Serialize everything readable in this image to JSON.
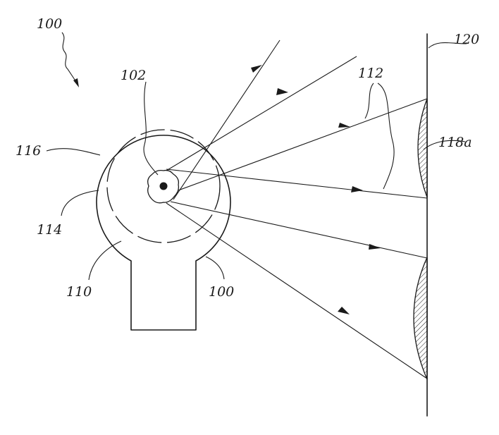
{
  "diagram": {
    "labels": {
      "assembly": "100",
      "light_source": "102",
      "inner_ring": "110",
      "rays": "112",
      "outer_housing": "114",
      "base": "116",
      "wall_pattern": "118a",
      "wall": "120",
      "housing": "100"
    }
  }
}
